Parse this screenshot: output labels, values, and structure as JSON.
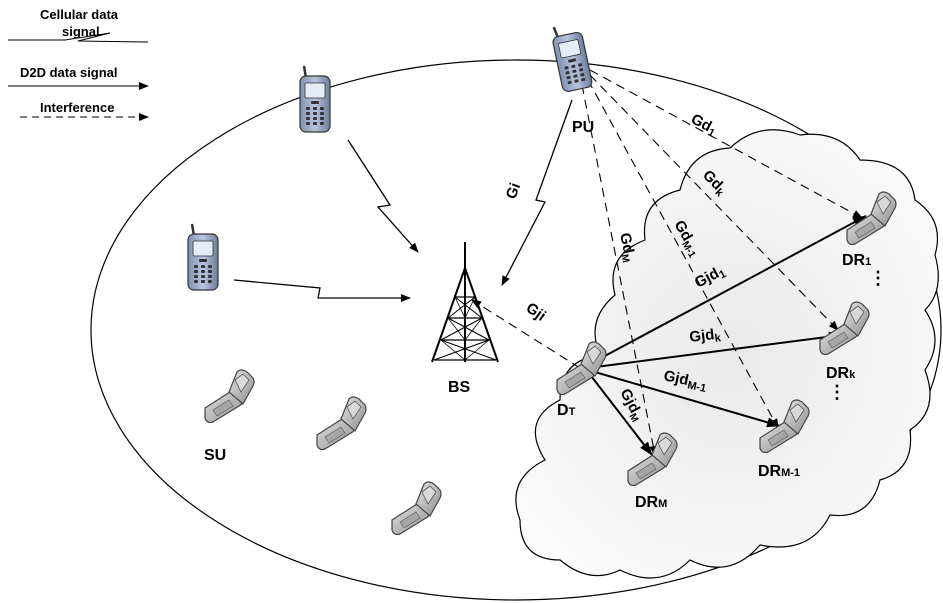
{
  "legend": {
    "cellular": "Cellular data signal",
    "cellular_line1": "Cellular data",
    "cellular_line2": "signal",
    "d2d": "D2D data signal",
    "interference": "Interference"
  },
  "nodes": {
    "pu": "PU",
    "bs": "BS",
    "su": "SU",
    "dt_main": "D",
    "dt_sub": "T",
    "dr1_main": "DR",
    "dr1_sub": "1",
    "drk_main": "DR",
    "drk_sub": "k",
    "drm1_main": "DR",
    "drm1_sub": "M-1",
    "drm_main": "DR",
    "drm_sub": "M"
  },
  "links": {
    "gd1_main": "Gd",
    "gd1_sub": "1",
    "gdk_main": "Gd",
    "gdk_sub": "k",
    "gdm1_main": "Gd",
    "gdm1_sub": "M-1",
    "gdm_main": "Gd",
    "gdm_sub": "M",
    "gi": "Gi",
    "gji": "Gji",
    "gjd1_main": "Gjd",
    "gjd1_sub": "1",
    "gjdk_main": "Gjd",
    "gjdk_sub": "k",
    "gjdm1_main": "Gjd",
    "gjdm1_sub": "M-1",
    "gjdm_main": "Gjd",
    "gjdm_sub": "M"
  },
  "ellipsis": "⋮",
  "icons": {
    "phone": "cell-phone-icon",
    "flip_phone": "flip-phone-icon",
    "tower": "base-station-tower-icon",
    "cloud": "d2d-cluster-cloud"
  },
  "colors": {
    "phone_body": "#9fb0cc",
    "phone_dark": "#5f6f8c",
    "flip_body": "#c8c8c8",
    "flip_dark": "#6e6e6e",
    "cloud_fill": "#f0f0f0",
    "line": "#000000"
  }
}
